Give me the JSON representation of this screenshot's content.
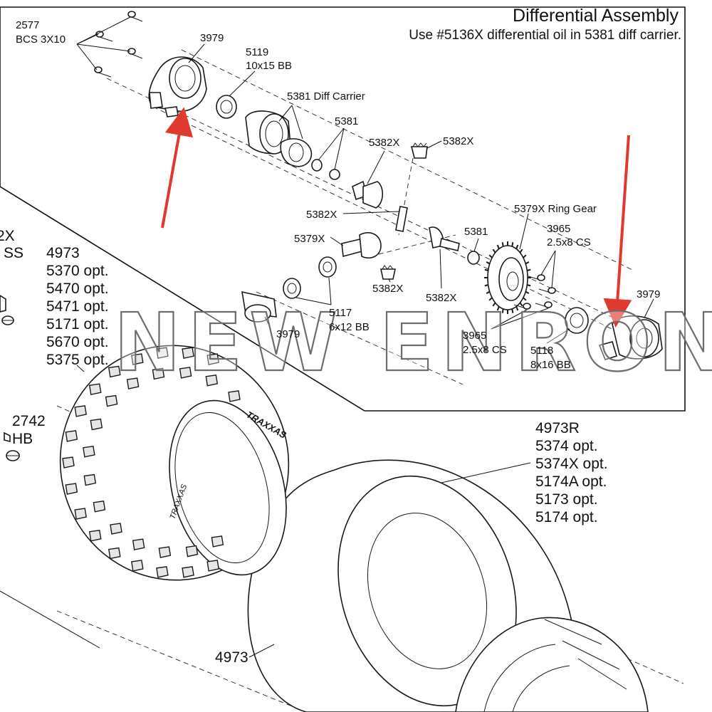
{
  "colors": {
    "line": "#1a1a1a",
    "arrow": "#e03a2e",
    "background": "#ffffff",
    "watermark_stroke": "#6d6d6d"
  },
  "inset": {
    "title": "Differential Assembly",
    "subtitle": "Use #5136X differential oil in 5381 diff carrier."
  },
  "labels": {
    "p2577_a": "2577",
    "p2577_b": "BCS 3X10",
    "p3979_top": "3979",
    "p5119_a": "5119",
    "p5119_b": "10x15 BB",
    "p5381_carrier": "5381 Diff Carrier",
    "p5381_mid": "5381",
    "p5382x_top": "5382X",
    "p5382x_top_right": "5382X",
    "p5382x_left": "5382X",
    "p5379x_ring": "5379X Ring Gear",
    "p3965_a": "3965",
    "p3965_b": "2.5x8 CS",
    "p5381_right": "5381",
    "p5379x": "5379X",
    "p5382x_bottom": "5382X",
    "p5382x_bottom_right": "5382X",
    "p3979_right": "3979",
    "p5117_a": "5117",
    "p5117_b": "6x12 BB",
    "p3979_bottom": "3979",
    "p3965_bot_a": "3965",
    "p3965_bot_b": "2.5x8 CS",
    "p5118_a": "5118",
    "p5118_b": "8x16 BB",
    "left_2x": "2X",
    "left_ss": "SS",
    "p2742_a": "2742",
    "p2742_b": "HB",
    "p4973_main": "4973",
    "p4973_bottom": "4973",
    "p4973r": "4973R"
  },
  "tire_options": [
    "5370 opt.",
    "5470 opt.",
    "5471 opt.",
    "5171 opt.",
    "5670 opt.",
    "5375 opt."
  ],
  "wheel_options": [
    "5374 opt.",
    "5374X opt.",
    "5174A opt.",
    "5173 opt.",
    "5174 opt."
  ],
  "watermark": "NEW ENRON"
}
